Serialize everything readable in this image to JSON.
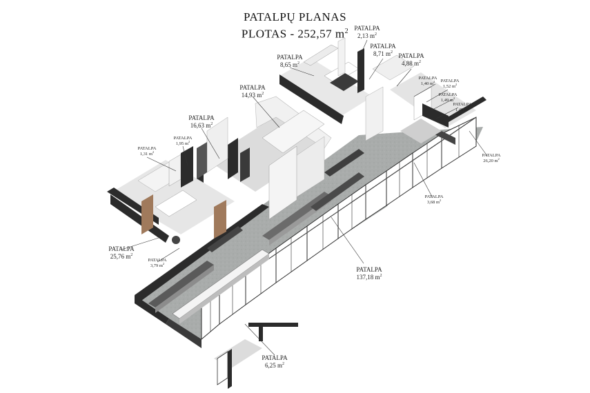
{
  "title": {
    "line1": "PATALPŲ PLANAS",
    "line2_prefix": "PLOTAS - 252,57 m",
    "line2_sup": "2"
  },
  "rooms": [
    {
      "label": "PATALPA",
      "area": "2,13 m",
      "sup": "2",
      "size": "md"
    },
    {
      "label": "PATALPA",
      "area": "8,71 m",
      "sup": "2",
      "size": "md"
    },
    {
      "label": "PATALPA",
      "area": "4,88 m",
      "sup": "2",
      "size": "md"
    },
    {
      "label": "PATALPA",
      "area": "8,65 m",
      "sup": "2",
      "size": "md"
    },
    {
      "label": "PATALPA",
      "area": "14,93 m",
      "sup": "2",
      "size": "md"
    },
    {
      "label": "PATALPA",
      "area": "16,63 m",
      "sup": "2",
      "size": "md"
    },
    {
      "label": "PATALPA",
      "area": "1,40 m",
      "sup": "2",
      "size": "sm"
    },
    {
      "label": "PATALPA",
      "area": "1,52 m",
      "sup": "2",
      "size": "sm"
    },
    {
      "label": "PATALPA",
      "area": "1,49 m",
      "sup": "2",
      "size": "sm"
    },
    {
      "label": "PATALPA",
      "area": "1,49 m",
      "sup": "2",
      "size": "sm"
    },
    {
      "label": "PATALPA",
      "area": "1,31 m",
      "sup": "2",
      "size": "sm"
    },
    {
      "label": "PATALPA",
      "area": "1,95 m",
      "sup": "2",
      "size": "sm"
    },
    {
      "label": "PATALPA",
      "area": "26,20 m",
      "sup": "2",
      "size": "sm"
    },
    {
      "label": "PATALPA",
      "area": "3,68 m",
      "sup": "2",
      "size": "sm"
    },
    {
      "label": "PATALPA",
      "area": "25,76 m",
      "sup": "2",
      "size": "md"
    },
    {
      "label": "PATALPA",
      "area": "3,79 m",
      "sup": "2",
      "size": "sm"
    },
    {
      "label": "PATALPA",
      "area": "137,18 m",
      "sup": "2",
      "size": "md"
    },
    {
      "label": "PATALPA",
      "area": "6,25 m",
      "sup": "2",
      "size": "md"
    }
  ],
  "colors": {
    "wall_dark": "#2b2b2b",
    "wall_light": "#f1f1f1",
    "floor_concrete": "#a9acab",
    "floor_light": "#dcdcdc",
    "glass": "#ffffff",
    "wood": "#a07a5c"
  }
}
